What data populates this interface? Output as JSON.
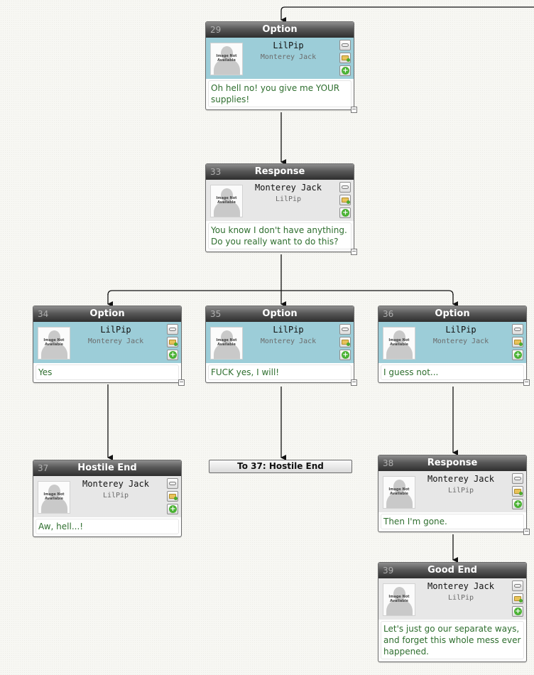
{
  "nodes": {
    "n29": {
      "id": "29",
      "type": "Option",
      "speaker": "LilPip",
      "listener": "Monterey Jack",
      "text": "Oh hell no! you give me YOUR supplies!"
    },
    "n33": {
      "id": "33",
      "type": "Response",
      "speaker": "Monterey Jack",
      "listener": "LilPip",
      "text": "You know I don't have anything. Do you really want to do this?"
    },
    "n34": {
      "id": "34",
      "type": "Option",
      "speaker": "LilPip",
      "listener": "Monterey Jack",
      "text": "Yes"
    },
    "n35": {
      "id": "35",
      "type": "Option",
      "speaker": "LilPip",
      "listener": "Monterey Jack",
      "text": "FUCK yes, I will!"
    },
    "n36": {
      "id": "36",
      "type": "Option",
      "speaker": "LilPip",
      "listener": "Monterey Jack",
      "text": "I guess not..."
    },
    "n37": {
      "id": "37",
      "type": "Hostile End",
      "speaker": "Monterey Jack",
      "listener": "LilPip",
      "text": "Aw, hell...!"
    },
    "n38": {
      "id": "38",
      "type": "Response",
      "speaker": "Monterey Jack",
      "listener": "LilPip",
      "text": "Then I'm gone."
    },
    "n39": {
      "id": "39",
      "type": "Good End",
      "speaker": "Monterey Jack",
      "listener": "LilPip",
      "text": "Let's just go our separate ways, and forget this whole mess ever happened."
    }
  },
  "goto": {
    "label": "To 37: Hostile End"
  },
  "avatar_placeholder": "Image Not Available",
  "icons": {
    "link": "link-icon",
    "edit": "folder-edit-icon",
    "add": "add-child-icon"
  },
  "colors": {
    "option_body": "#9ccdd8",
    "response_body": "#e7e7e7",
    "dialogue_text": "#2e6e2e"
  }
}
